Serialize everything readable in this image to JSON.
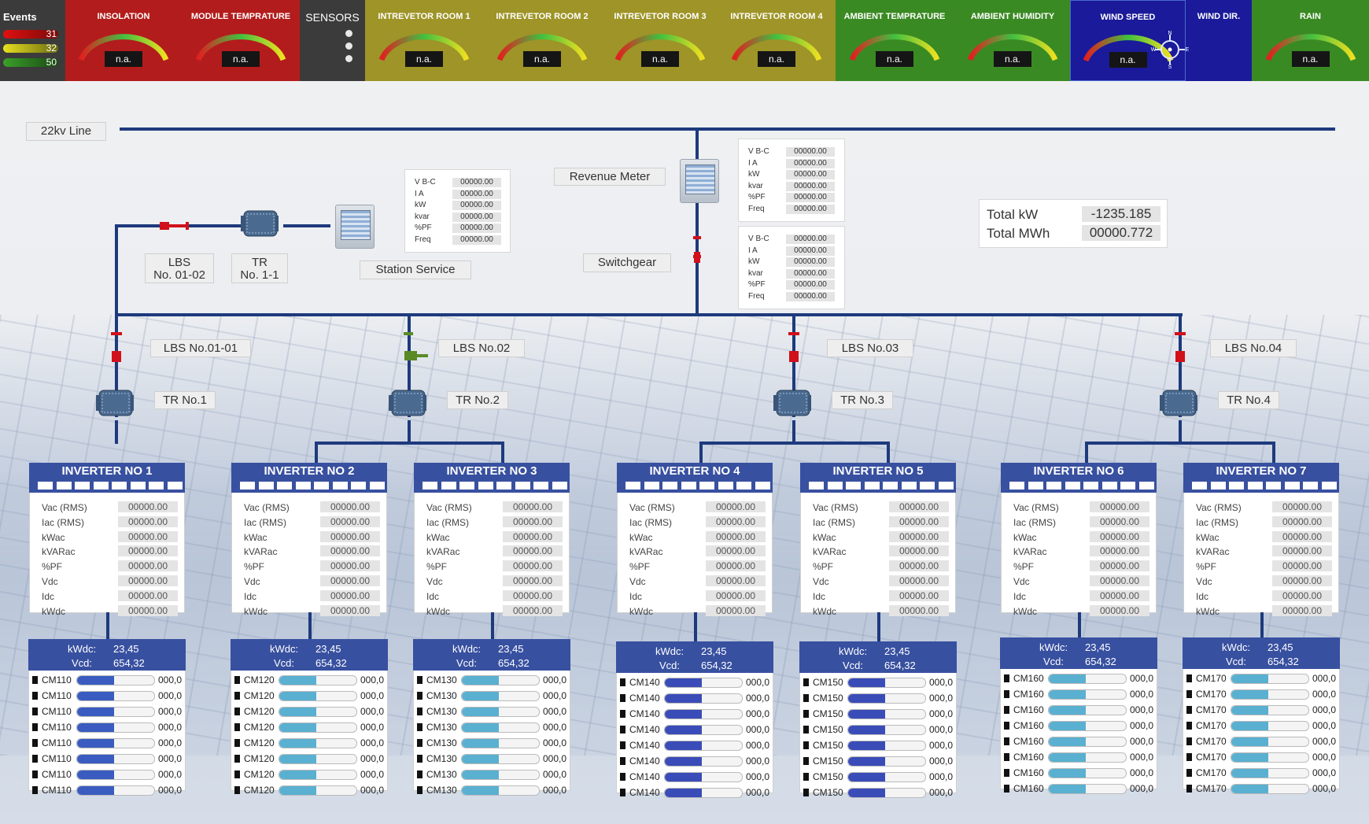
{
  "events": {
    "title": "Events",
    "items": [
      {
        "count": "31",
        "color": "#e01010"
      },
      {
        "count": "32",
        "color": "#d6c80f"
      },
      {
        "count": "50",
        "color": "#2e8a22"
      }
    ]
  },
  "sensors_label": "SENSORS",
  "tiles": [
    {
      "label": "INSOLATION",
      "value": "n.a.",
      "bg": "#b31c1c"
    },
    {
      "label": "MODULE TEMPRATURE",
      "value": "n.a.",
      "bg": "#b31c1c"
    },
    {
      "label": "INTREVETOR ROOM 1",
      "value": "n.a.",
      "bg": "#9e9427"
    },
    {
      "label": "INTREVETOR ROOM 2",
      "value": "n.a.",
      "bg": "#9e9427"
    },
    {
      "label": "INTREVETOR ROOM 3",
      "value": "n.a.",
      "bg": "#9e9427"
    },
    {
      "label": "INTREVETOR ROOM 4",
      "value": "n.a.",
      "bg": "#9e9427"
    },
    {
      "label": "AMBIENT TEMPRATURE",
      "value": "n.a.",
      "bg": "#3a8a23"
    },
    {
      "label": "AMBIENT HUMIDITY",
      "value": "n.a.",
      "bg": "#3a8a23"
    },
    {
      "label": "WIND SPEED",
      "value": "n.a.",
      "bg": "#1a1a9a"
    },
    {
      "label": "WIND DIR.",
      "value": "",
      "bg": "#1a1a9a"
    },
    {
      "label": "RAIN",
      "value": "n.a.",
      "bg": "#3a8a23"
    }
  ],
  "compass": {
    "n": "N",
    "s": "S",
    "e": "E",
    "w": "W"
  },
  "diagram": {
    "line_22kv": "22kv Line",
    "revenue_meter": "Revenue Meter",
    "switchgear": "Switchgear",
    "station_service": "Station Service",
    "lbs_0102": {
      "l1": "LBS",
      "l2": "No. 01-02"
    },
    "tr_11": {
      "l1": "TR",
      "l2": "No. 1-1"
    },
    "lbs_labels": [
      "LBS No.01-01",
      "LBS No.02",
      "LBS No.03",
      "LBS No.04"
    ],
    "tr_labels": [
      "TR No.1",
      "TR No.2",
      "TR No.3",
      "TR No.4"
    ]
  },
  "meter_labels": [
    "V B-C",
    "I A",
    "kW",
    "kvar",
    "%PF",
    "Freq"
  ],
  "meter_value": "00000.00",
  "totals": {
    "kw_label": "Total kW",
    "kw_value": "-1235.185",
    "mwh_label": "Total MWh",
    "mwh_value": "00000.772"
  },
  "inverter_labels": [
    "Vac (RMS)",
    "Iac (RMS)",
    "kWac",
    "kVARac",
    "%PF",
    "Vdc",
    "Idc",
    "kWdc"
  ],
  "inverter_value": "00000.00",
  "dc_labels": {
    "kwdc": "kWdc:",
    "vcd": "Vcd:"
  },
  "inverters": [
    {
      "name": "INVERTER NO 1",
      "kwdc": "23,45",
      "vcd": "654,32",
      "cm": "CM110",
      "cm_value": "000,0",
      "fill": 0.48,
      "fill_color": "#3a5cc0"
    },
    {
      "name": "INVERTER NO 2",
      "kwdc": "23,45",
      "vcd": "654,32",
      "cm": "CM120",
      "cm_value": "000,0",
      "fill": 0.48,
      "fill_color": "#5ab0d0"
    },
    {
      "name": "INVERTER NO 3",
      "kwdc": "23,45",
      "vcd": "654,32",
      "cm": "CM130",
      "cm_value": "000,0",
      "fill": 0.48,
      "fill_color": "#5ab0d0"
    },
    {
      "name": "INVERTER NO 4",
      "kwdc": "23,45",
      "vcd": "654,32",
      "cm": "CM140",
      "cm_value": "000,0",
      "fill": 0.48,
      "fill_color": "#3a4cb8"
    },
    {
      "name": "INVERTER NO 5",
      "kwdc": "23,45",
      "vcd": "654,32",
      "cm": "CM150",
      "cm_value": "000,0",
      "fill": 0.48,
      "fill_color": "#3a4cb8"
    },
    {
      "name": "INVERTER NO 6",
      "kwdc": "23,45",
      "vcd": "654,32",
      "cm": "CM160",
      "cm_value": "000,0",
      "fill": 0.48,
      "fill_color": "#5ab0d0"
    },
    {
      "name": "INVERTER NO 7",
      "kwdc": "23,45",
      "vcd": "654,32",
      "cm": "CM170",
      "cm_value": "000,0",
      "fill": 0.48,
      "fill_color": "#5ab0d0"
    }
  ]
}
